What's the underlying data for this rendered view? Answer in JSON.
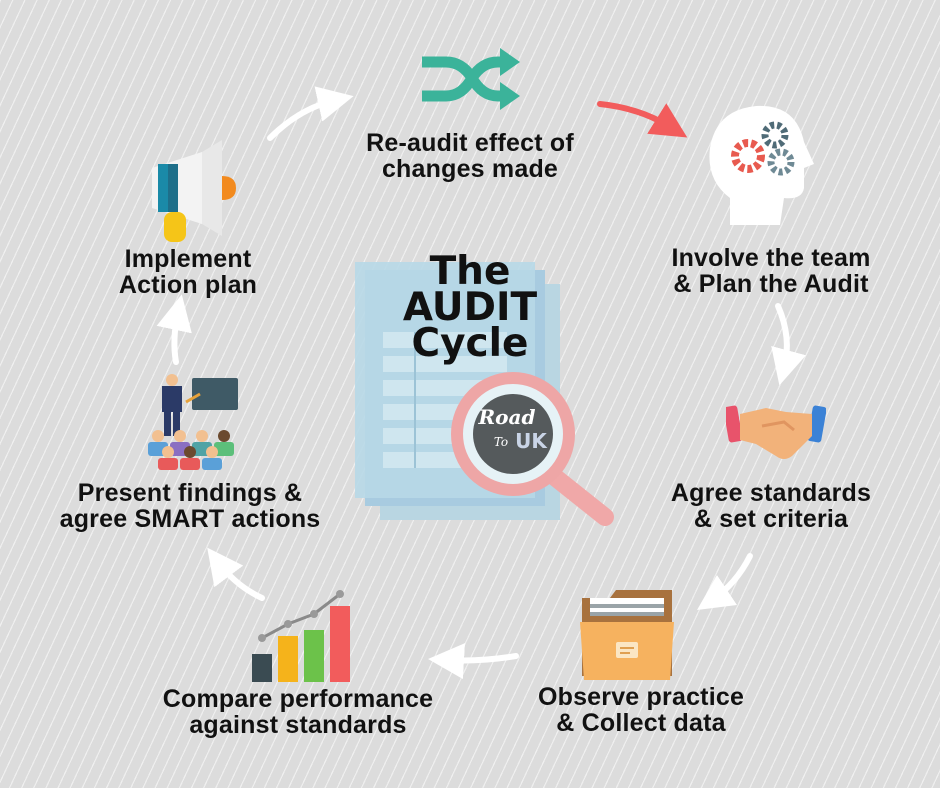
{
  "title": {
    "line1": "The",
    "line2": "AUDIT",
    "line3": "Cycle"
  },
  "logo": {
    "text_line1": "Road",
    "text_line2": "To",
    "text_line3": "UK"
  },
  "steps": [
    {
      "line1": "Re-audit effect of",
      "line2": "changes made",
      "icon": "shuffle-icon"
    },
    {
      "line1": "Involve the team",
      "line2": "& Plan the Audit",
      "icon": "head-gears-icon"
    },
    {
      "line1": "Agree standards",
      "line2": "& set criteria",
      "icon": "handshake-icon"
    },
    {
      "line1": "Observe practice",
      "line2": "& Collect data",
      "icon": "folder-icon"
    },
    {
      "line1": "Compare performance",
      "line2": "against standards",
      "icon": "bar-chart-icon"
    },
    {
      "line1": "Present findings &",
      "line2": "agree SMART actions",
      "icon": "presentation-icon"
    },
    {
      "line1": "Implement",
      "line2": "Action plan",
      "icon": "megaphone-icon"
    }
  ],
  "colors": {
    "background": "#dcdcdc",
    "accent_teal": "#3bb39a",
    "accent_red": "#f25c5c",
    "arrow_white": "#ffffff",
    "text": "#111111"
  }
}
